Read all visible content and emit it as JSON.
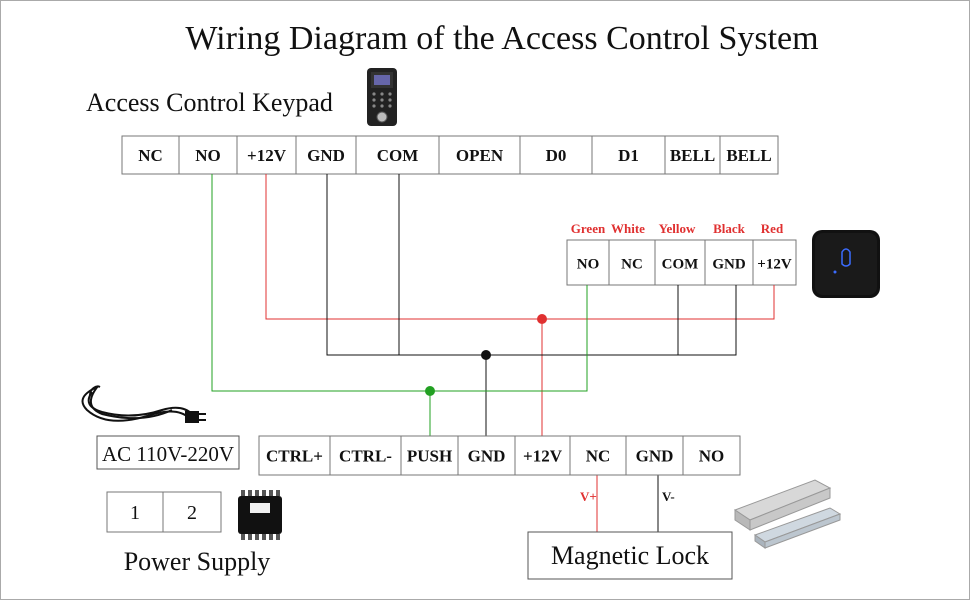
{
  "title": "Wiring Diagram of the Access Control System",
  "keypad": {
    "label": "Access Control Keypad",
    "terminals": [
      "NC",
      "NO",
      "+12V",
      "GND",
      "COM",
      "OPEN",
      "D0",
      "D1",
      "BELL",
      "BELL"
    ]
  },
  "exit_button": {
    "wire_colors": [
      "Green",
      "White",
      "Yellow",
      "Black",
      "Red"
    ],
    "terminals": [
      "NO",
      "NC",
      "COM",
      "GND",
      "+12V"
    ]
  },
  "controller": {
    "terminals": [
      "CTRL+",
      "CTRL-",
      "PUSH",
      "GND",
      "+12V",
      "NC",
      "GND",
      "NO"
    ]
  },
  "power_supply": {
    "label": "Power Supply",
    "input": "AC 110V-220V",
    "outputs": [
      "1",
      "2"
    ]
  },
  "magnetic_lock": {
    "label": "Magnetic Lock",
    "pos_label": "V+",
    "neg_label": "V-"
  },
  "colors": {
    "red_wire": "#e03030",
    "green_wire": "#22a022",
    "black_wire": "#111111",
    "label_red": "#e03030"
  }
}
